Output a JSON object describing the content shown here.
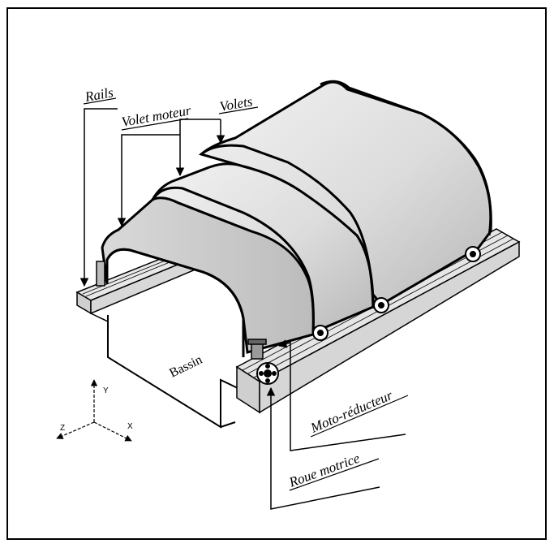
{
  "labels": {
    "rails": "Rails",
    "volet_moteur": "Volet moteur",
    "volets": "Volets",
    "bassin": "Bassin",
    "moto_reducteur": "Moto-réducteur",
    "roue_motrice": "Roue motrice"
  },
  "axes": {
    "x": "X",
    "y": "Y",
    "z": "Z"
  },
  "colors": {
    "line": "#000000",
    "shutter_light": "#efefef",
    "shutter_dark": "#bdbdbd",
    "rail": "#e4e4e4"
  }
}
